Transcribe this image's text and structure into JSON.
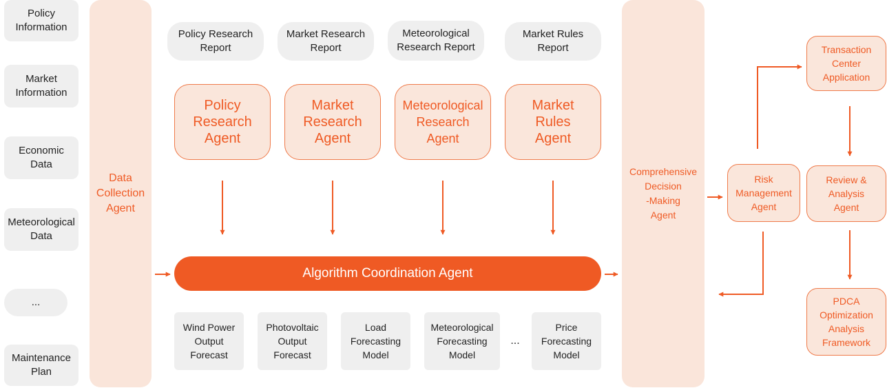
{
  "colors": {
    "accent": "#ef5a24",
    "peach": "#fae6db",
    "gray": "#efefef"
  },
  "sources": [
    "Policy\nInformation",
    "Market\nInformation",
    "Economic\nData",
    "Meteorological\nData",
    "...",
    "Maintenance\nPlan"
  ],
  "data_collection_agent": "Data\nCollection\nAgent",
  "reports": [
    "Policy Research\nReport",
    "Market Research\nReport",
    "Meteorological\nResearch Report",
    "Market Rules\nReport"
  ],
  "research_agents": [
    "Policy\nResearch\nAgent",
    "Market\nResearch\nAgent",
    "Meteorological\nResearch\nAgent",
    "Market\nRules\nAgent"
  ],
  "algorithm_agent": "Algorithm Coordination Agent",
  "models": [
    "Wind Power\nOutput\nForecast",
    "Photovoltaic\nOutput\nForecast",
    "Load\nForecasting\nModel",
    "Meteorological\nForecasting\nModel",
    "Price\nForecasting\nModel"
  ],
  "models_ellipsis": "...",
  "decision_agent": "Comprehensive\nDecision\n-Making\nAgent",
  "risk_agent": "Risk\nManagement\nAgent",
  "transaction_center": "Transaction\nCenter\nApplication",
  "review_agent": "Review &\nAnalysis\nAgent",
  "pdca": "PDCA\nOptimization\nAnalysis\nFramework"
}
